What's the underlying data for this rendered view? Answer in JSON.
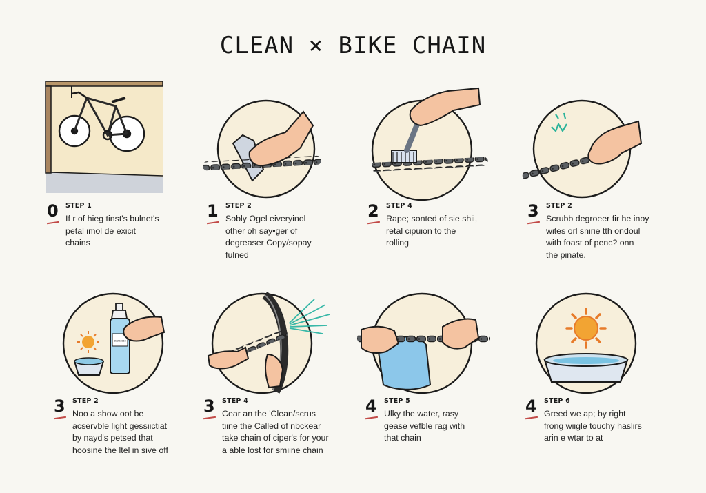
{
  "title": "CLEAN × BIKE CHAIN",
  "bottle_label": "DEGREASER",
  "steps": [
    {
      "num": "0",
      "label": "STEP 1",
      "lines": [
        "If r of hieg tinst's bulnet's",
        "petal imol de exicit",
        "chains"
      ]
    },
    {
      "num": "1",
      "label": "STEP 2",
      "lines": [
        "Sobly Ogel eiveryinol",
        "other oh say•ger of",
        "degreaser Copy/sopay",
        "fulned"
      ]
    },
    {
      "num": "2",
      "label": "STEP 4",
      "lines": [
        "Rape; sonted of sie shii,",
        "retal cipuion to the",
        "rolling"
      ]
    },
    {
      "num": "3",
      "label": "STEP 2",
      "lines": [
        "Scrubb degroeer fir he inoy",
        "wites orl snirie tth ondoul",
        "with foast of penc? onn",
        "the pinate."
      ]
    },
    {
      "num": "3",
      "label": "STEP 2",
      "lines": [
        "Noo a show oot be",
        "acservble light gessiictiat",
        "by nayd's petsed that",
        "hoosine the ltel in sive off"
      ]
    },
    {
      "num": "3",
      "label": "STEP 4",
      "lines": [
        "Cear an the 'Clean/scrus",
        "tiine the Called of nbckear",
        "take chain of ciper's for your",
        "a able lost for smiine chain"
      ]
    },
    {
      "num": "4",
      "label": "STEP 5",
      "lines": [
        "Ulky the water, rasy",
        "gease vefble rag with",
        "that chain"
      ]
    },
    {
      "num": "4",
      "label": "STEP 6",
      "lines": [
        "Greed we ap; by right",
        "frong wiigle touchy haslirs",
        "arin e wtar to at"
      ]
    }
  ]
}
